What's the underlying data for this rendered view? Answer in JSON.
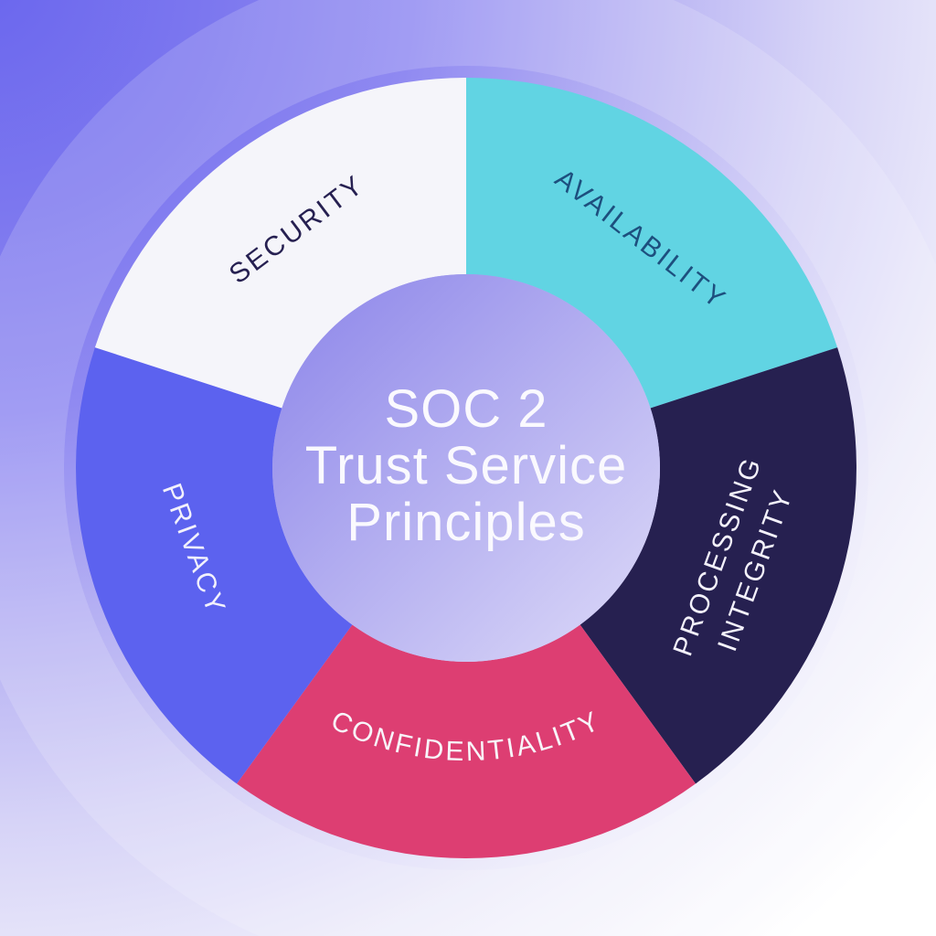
{
  "page": {
    "background": {
      "gradient_from": "#6a66ee",
      "gradient_mid": "#b5b0f3",
      "gradient_to": "#ffffff"
    }
  },
  "title": {
    "text": "SOC 2 Trust Service Principles",
    "lines": [
      "SOC 2",
      "Trust Service",
      "Principles"
    ],
    "color": "#faf9fe"
  },
  "center": {
    "gradient_start": "#8b84e9",
    "gradient_end": "#dedbf8"
  },
  "chart_data": {
    "type": "pie",
    "variant": "donut",
    "title": "SOC 2 Trust Service Principles",
    "categories": [
      "Availability",
      "Processing Integrity",
      "Confidentiality",
      "Privacy",
      "Security"
    ],
    "values": [
      20,
      20,
      20,
      20,
      20
    ],
    "angle_per_segment_deg": 72,
    "legend": "none",
    "segments": [
      {
        "name": "availability",
        "label": "AVAILABILITY",
        "value": 20,
        "color": "#61d4e3",
        "label_color": "#1d4f7e",
        "start_angle_deg": 0,
        "end_angle_deg": 72
      },
      {
        "name": "processing-integrity",
        "label_line1": "PROCESSING",
        "label_line2": "INTEGRITY",
        "value": 20,
        "color": "#262050",
        "label_color": "#f3f1fb",
        "start_angle_deg": 72,
        "end_angle_deg": 144
      },
      {
        "name": "confidentiality",
        "label": "CONFIDENTIALITY",
        "value": 20,
        "color": "#dd3e72",
        "label_color": "#f8f5fa",
        "start_angle_deg": 144,
        "end_angle_deg": 216
      },
      {
        "name": "privacy",
        "label": "PRIVACY",
        "value": 20,
        "color": "#5c62ef",
        "label_color": "#f2f1fc",
        "start_angle_deg": 216,
        "end_angle_deg": 288
      },
      {
        "name": "security",
        "label": "SECURITY",
        "value": 20,
        "color": "#f5f5fa",
        "label_color": "#262051",
        "start_angle_deg": 288,
        "end_angle_deg": 360
      }
    ]
  }
}
